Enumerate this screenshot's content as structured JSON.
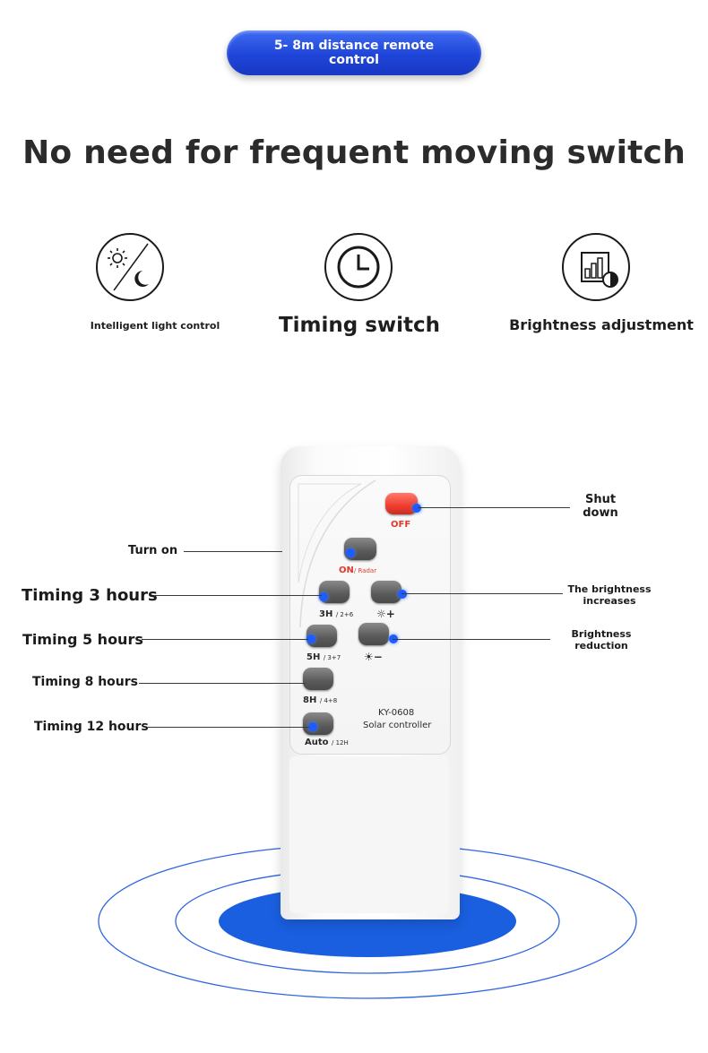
{
  "banner": {
    "text": "5- 8m distance remote control"
  },
  "headline": "No need for frequent moving switch",
  "features": [
    {
      "icon": "sun-moon-icon",
      "label": "Intelligent light control"
    },
    {
      "icon": "clock-icon",
      "label": "Timing switch"
    },
    {
      "icon": "brightness-chart-icon",
      "label": "Brightness adjustment"
    }
  ],
  "remote": {
    "model": "KY-0608",
    "subtitle": "Solar controller",
    "buttons": {
      "off": "OFF",
      "on_main": "ON",
      "on_sub": "/ Radar",
      "t3_main": "3H",
      "t3_sub": "/ 2+6",
      "t5_main": "5H",
      "t5_sub": "/ 3+7",
      "t8_main": "8H",
      "t8_sub": "/ 4+8",
      "t12_main": "Auto",
      "t12_sub": "/ 12H",
      "bright_up": "+",
      "bright_down": "−"
    }
  },
  "callouts": {
    "shut_down_1": "Shut",
    "shut_down_2": "down",
    "turn_on": "Turn on",
    "timing_3": "Timing 3 hours",
    "timing_5": "Timing 5 hours",
    "timing_8": "Timing 8 hours",
    "timing_12": "Timing 12 hours",
    "bright_inc_1": "The brightness",
    "bright_inc_2": "increases",
    "bright_red_1": "Brightness",
    "bright_red_2": "reduction"
  },
  "colors": {
    "accent_blue": "#1f45d8",
    "off_red": "#ef3d2e",
    "ring_blue": "#1a5fe0"
  }
}
